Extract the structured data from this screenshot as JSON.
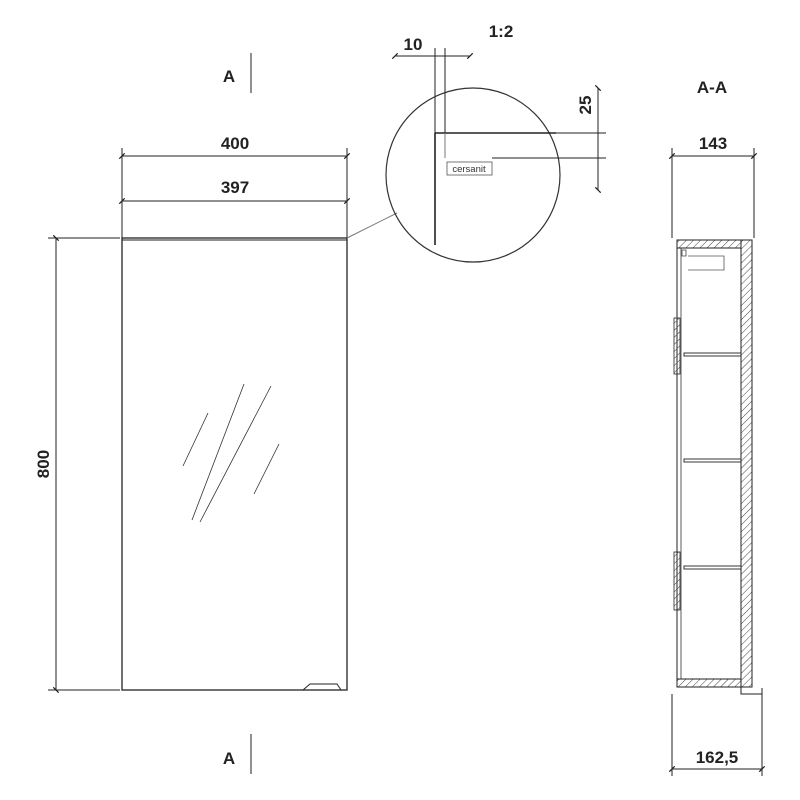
{
  "section_marks": {
    "top": "A",
    "bottom": "A",
    "view_title": "A-A"
  },
  "dimensions": {
    "outer_width": "400",
    "inner_width": "397",
    "height": "800",
    "detail_offset": "10",
    "detail_scale": "1:2",
    "detail_height": "25",
    "depth_top": "143",
    "depth_bottom": "162,5"
  },
  "detail": {
    "brand_label": "cersanit"
  }
}
